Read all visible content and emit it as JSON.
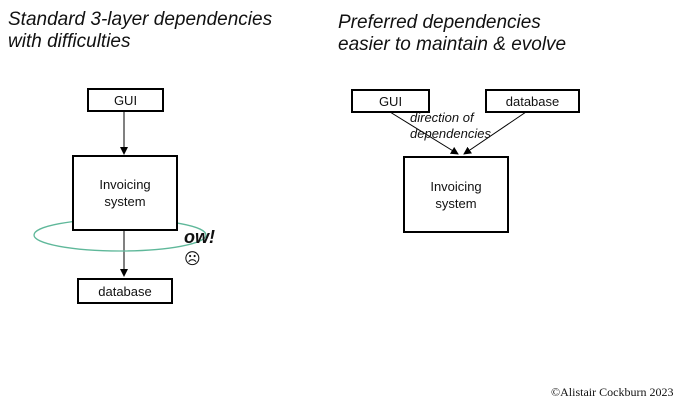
{
  "left": {
    "title_line1": "Standard 3-layer dependencies",
    "title_line2": "with difficulties",
    "gui_label": "GUI",
    "core_line1": "Invoicing",
    "core_line2": "system",
    "db_label": "database",
    "pain_text": "ow!",
    "pain_icon": "☹"
  },
  "right": {
    "title_line1": "Preferred dependencies",
    "title_line2": "easier to maintain & evolve",
    "gui_label": "GUI",
    "db_label": "database",
    "core_line1": "Invoicing",
    "core_line2": "system",
    "note_line1": "direction of",
    "note_line2": "dependencies"
  },
  "copyright": "©Alistair Cockburn 2023",
  "colors": {
    "ellipse": "#5fb89a",
    "stroke": "#000000"
  }
}
